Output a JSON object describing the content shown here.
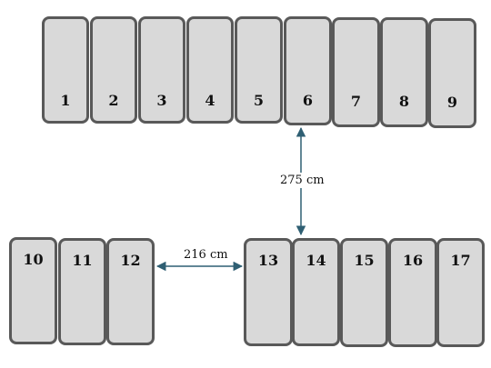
{
  "top_row": {
    "slots": [
      {
        "label": "1"
      },
      {
        "label": "2"
      },
      {
        "label": "3"
      },
      {
        "label": "4"
      },
      {
        "label": "5"
      },
      {
        "label": "6"
      },
      {
        "label": "7"
      },
      {
        "label": "8"
      },
      {
        "label": "9"
      }
    ]
  },
  "bottom_left_group": {
    "slots": [
      {
        "label": "10"
      },
      {
        "label": "11"
      },
      {
        "label": "12"
      }
    ]
  },
  "bottom_right_group": {
    "slots": [
      {
        "label": "13"
      },
      {
        "label": "14"
      },
      {
        "label": "15"
      },
      {
        "label": "16"
      },
      {
        "label": "17"
      }
    ]
  },
  "dimensions": {
    "vertical_gap": "275 cm",
    "horizontal_gap": "216 cm"
  },
  "colors": {
    "slot_fill": "#d9d9d9",
    "slot_border": "#595959",
    "arrow": "#2f5f73"
  }
}
